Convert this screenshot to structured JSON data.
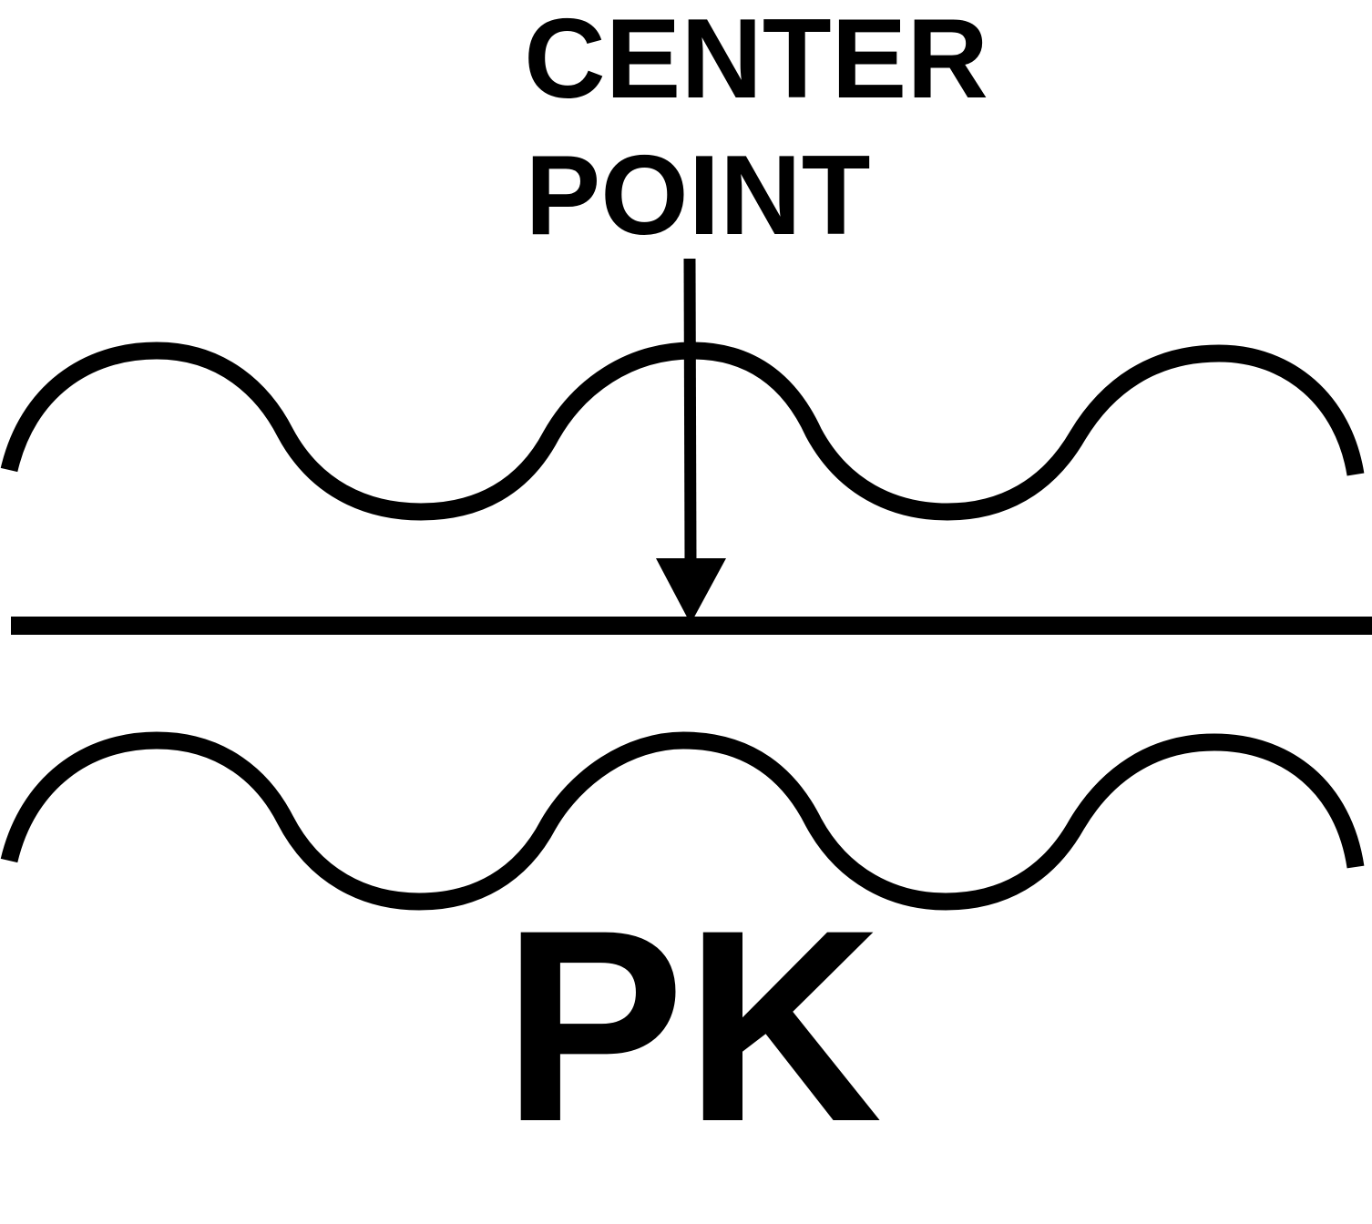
{
  "diagram": {
    "label_line_1": "CENTER",
    "label_line_2": "POINT",
    "symbol_label": "PK",
    "ink_color": "#000000",
    "background_color": "#ffffff"
  }
}
